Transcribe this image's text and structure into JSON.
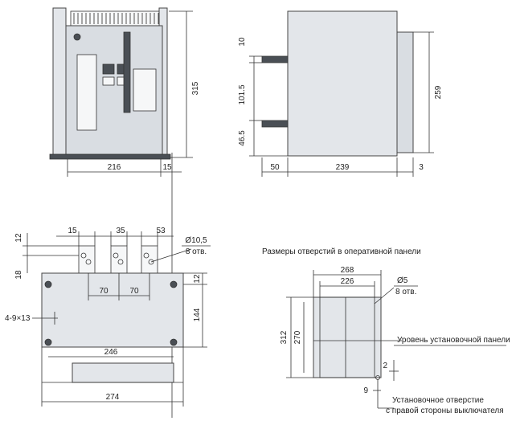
{
  "front_view": {
    "width_label": "216",
    "offset_label": "15",
    "height_label": "315"
  },
  "side_view": {
    "top_label": "10",
    "mid_label": "101.5",
    "low_label": "46.5",
    "height_label": "259",
    "left_label": "50",
    "depth_label": "239",
    "right_label": "3"
  },
  "bottom_view": {
    "top_spacing_1": "15",
    "top_spacing_2": "35",
    "top_spacing_3": "53",
    "left_top": "12",
    "left_mid": "18",
    "hole_diameter": "Ø10,5",
    "hole_count": "8 отв.",
    "inner_1": "70",
    "inner_2": "70",
    "right_top": "12",
    "right_height": "144",
    "slot": "4-9×13",
    "inner_width": "246",
    "outer_width": "274"
  },
  "panel_cutout": {
    "title": "Размеры отверстий в оперативной панели",
    "outer_width": "268",
    "inner_width": "226",
    "hole_diameter": "Ø5",
    "hole_count": "8 отв.",
    "outer_height": "312",
    "inner_height": "270",
    "mount_level_label": "Уровень установочной панели",
    "right_small": "2",
    "bottom_small": "9",
    "mount_hole_line1": "Установочное отверстие",
    "mount_hole_line2": "с правой стороны выключателя"
  }
}
